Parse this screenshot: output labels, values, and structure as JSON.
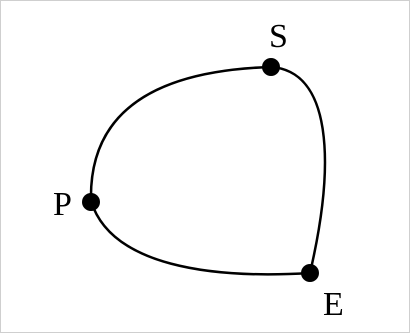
{
  "diagram": {
    "nodes": [
      {
        "id": "S",
        "label": "S"
      },
      {
        "id": "P",
        "label": "P"
      },
      {
        "id": "E",
        "label": "E"
      }
    ],
    "edges": [
      {
        "from": "P",
        "to": "S"
      },
      {
        "from": "S",
        "to": "E"
      },
      {
        "from": "E",
        "to": "P"
      }
    ],
    "colors": {
      "stroke": "#000000",
      "node_fill": "#000000",
      "border": "#cfcfcf",
      "background": "#ffffff"
    }
  }
}
